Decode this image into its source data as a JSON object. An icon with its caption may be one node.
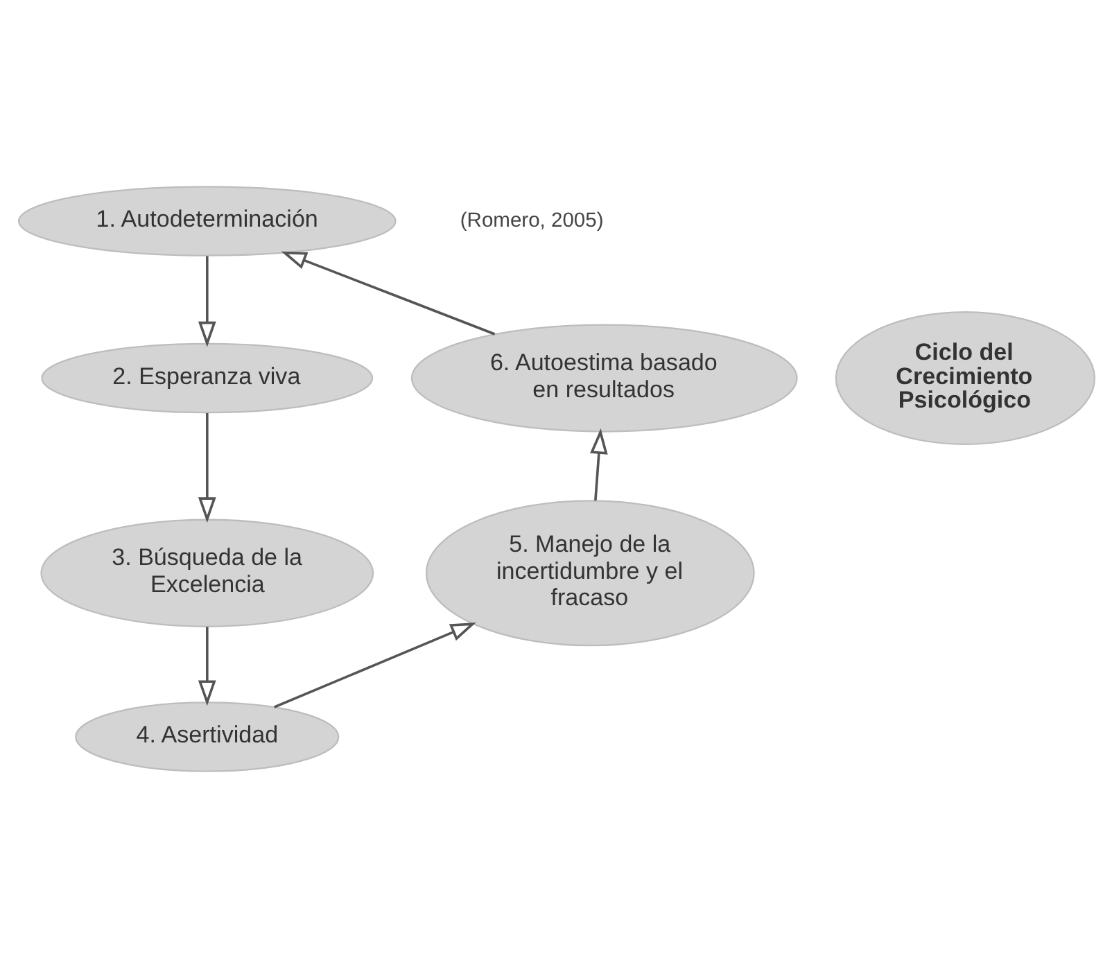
{
  "diagram": {
    "nodes": [
      {
        "text": [
          "1. Autodeterminación"
        ]
      },
      {
        "text": [
          "2. Esperanza viva"
        ]
      },
      {
        "text": [
          "3. Búsqueda de la Excelencia"
        ]
      },
      {
        "text": [
          "4. Asertividad"
        ]
      },
      {
        "text": [
          "5. Manejo de la incertidumbre y el fracaso"
        ]
      },
      {
        "text": [
          "6. Autoestima basado en resultados"
        ]
      },
      {
        "text": [
          "Ciclo del Crecimiento Psicológico"
        ]
      }
    ],
    "edges": [
      {
        "from": 0,
        "to": 1,
        "arrow": "to"
      },
      {
        "from": 1,
        "to": 2,
        "arrow": "to"
      },
      {
        "from": 2,
        "to": 3,
        "arrow": "to"
      },
      {
        "from": 3,
        "to": 4,
        "arrow": "to"
      },
      {
        "from": 4,
        "to": 5,
        "arrow": "to"
      },
      {
        "from": 5,
        "to": 0,
        "arrow": "to"
      }
    ],
    "labels": [
      "(Romero, 2005)"
    ]
  }
}
